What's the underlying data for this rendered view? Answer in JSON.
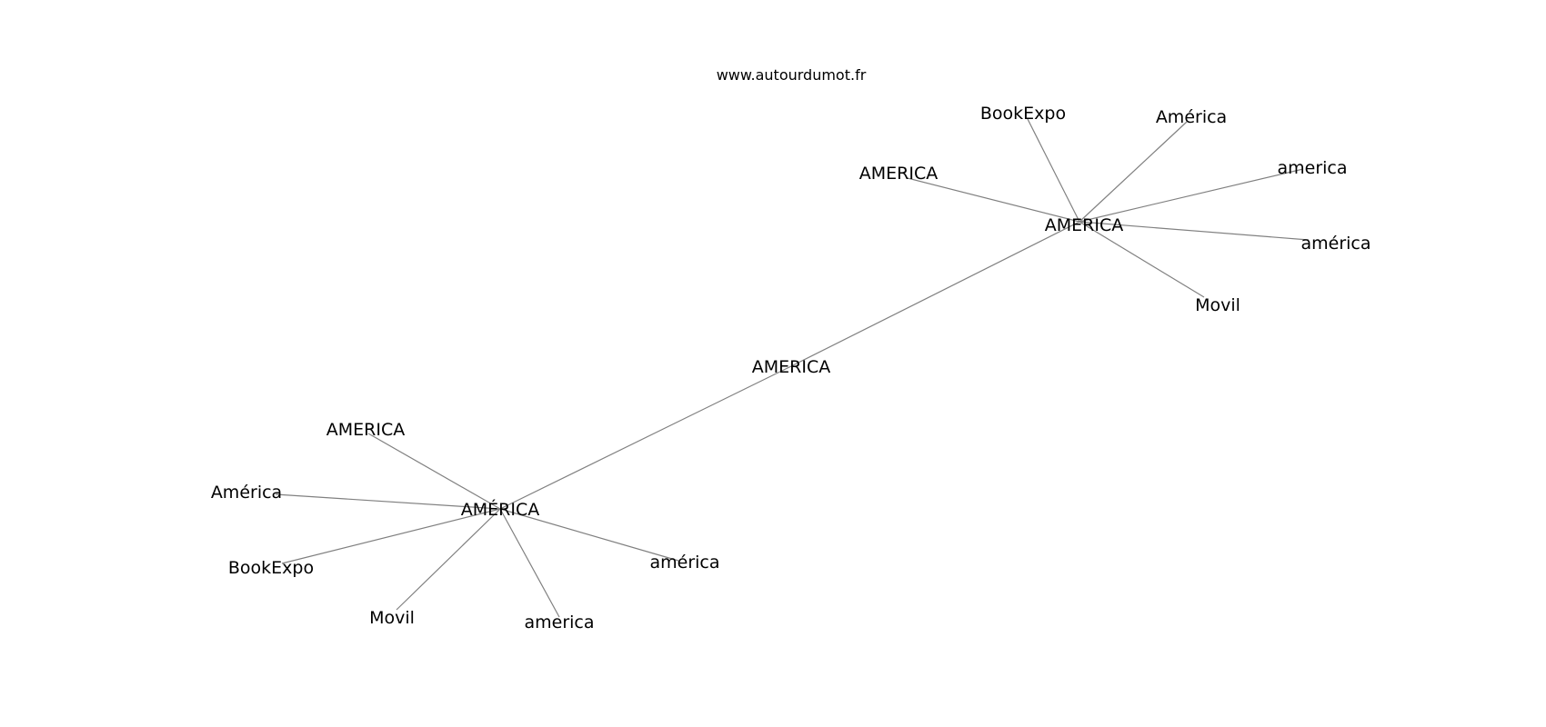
{
  "site": "www.autourdumot.fr",
  "graph": {
    "nodes": [
      {
        "id": "center",
        "label": "AMERICA"
      },
      {
        "id": "hub_ne",
        "label": "AMERICA"
      },
      {
        "id": "hub_sw",
        "label": "AMÉRICA"
      },
      {
        "id": "ne_1",
        "label": "AMERICA"
      },
      {
        "id": "ne_2",
        "label": "BookExpo"
      },
      {
        "id": "ne_3",
        "label": "América"
      },
      {
        "id": "ne_4",
        "label": "america"
      },
      {
        "id": "ne_5",
        "label": "américa"
      },
      {
        "id": "ne_6",
        "label": "Movil"
      },
      {
        "id": "sw_1",
        "label": "AMERICA"
      },
      {
        "id": "sw_2",
        "label": "América"
      },
      {
        "id": "sw_3",
        "label": "BookExpo"
      },
      {
        "id": "sw_4",
        "label": "Movil"
      },
      {
        "id": "sw_5",
        "label": "america"
      },
      {
        "id": "sw_6",
        "label": "américa"
      }
    ],
    "edges": [
      [
        "center",
        "hub_ne"
      ],
      [
        "center",
        "hub_sw"
      ],
      [
        "hub_ne",
        "ne_1"
      ],
      [
        "hub_ne",
        "ne_2"
      ],
      [
        "hub_ne",
        "ne_3"
      ],
      [
        "hub_ne",
        "ne_4"
      ],
      [
        "hub_ne",
        "ne_5"
      ],
      [
        "hub_ne",
        "ne_6"
      ],
      [
        "hub_sw",
        "sw_1"
      ],
      [
        "hub_sw",
        "sw_2"
      ],
      [
        "hub_sw",
        "sw_3"
      ],
      [
        "hub_sw",
        "sw_4"
      ],
      [
        "hub_sw",
        "sw_5"
      ],
      [
        "hub_sw",
        "sw_6"
      ]
    ]
  }
}
